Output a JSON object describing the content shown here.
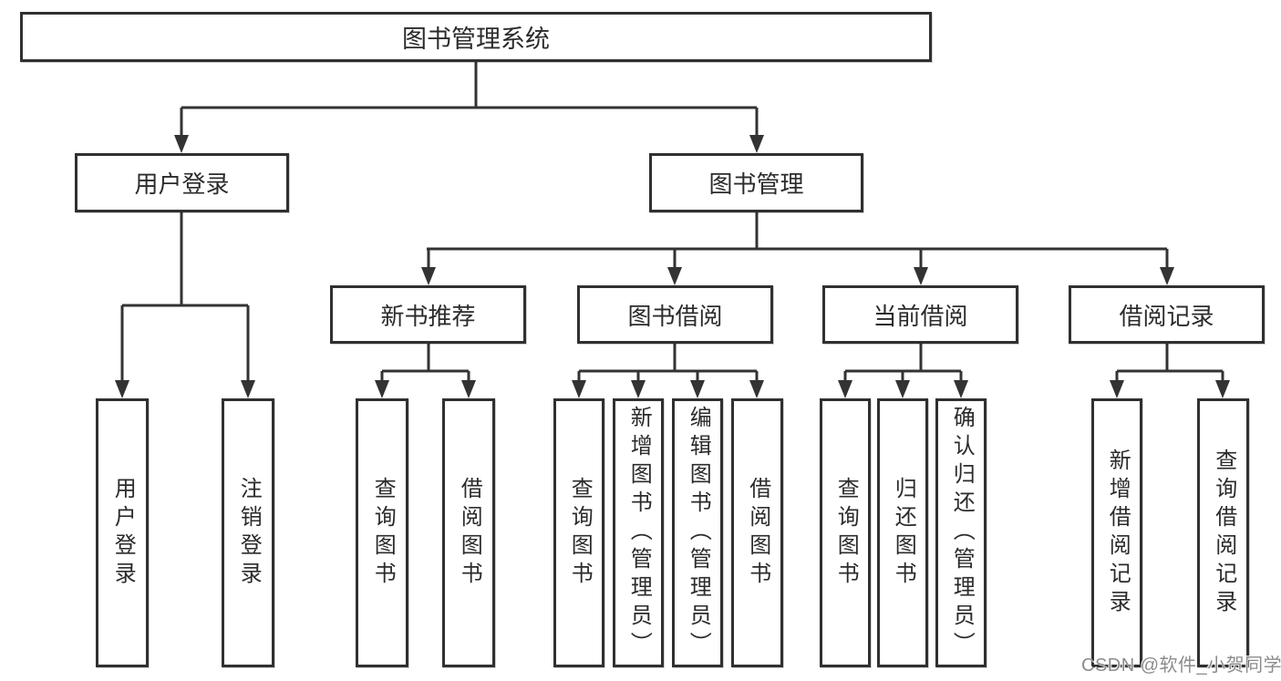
{
  "tree": {
    "root": "图书管理系统",
    "login": {
      "label": "用户登录",
      "children": [
        "用户登录",
        "注销登录"
      ]
    },
    "mgmt": {
      "label": "图书管理",
      "sections": [
        {
          "label": "新书推荐",
          "children": [
            "查询图书",
            "借阅图书"
          ]
        },
        {
          "label": "图书借阅",
          "children": [
            "查询图书",
            "新增图书（管理员）",
            "编辑图书（管理员）",
            "借阅图书"
          ]
        },
        {
          "label": "当前借阅",
          "children": [
            "查询图书",
            "归还图书",
            "确认归还（管理员）"
          ]
        },
        {
          "label": "借阅记录",
          "children": [
            "新增借阅记录",
            "查询借阅记录"
          ]
        }
      ]
    }
  },
  "colors": {
    "line": "#333333",
    "box_border": "#303030",
    "text": "#2b2b2b",
    "watermark": "#8c8c8c",
    "background": "#ffffff"
  },
  "watermark": {
    "text": "CSDN @软件_小贺同学"
  }
}
